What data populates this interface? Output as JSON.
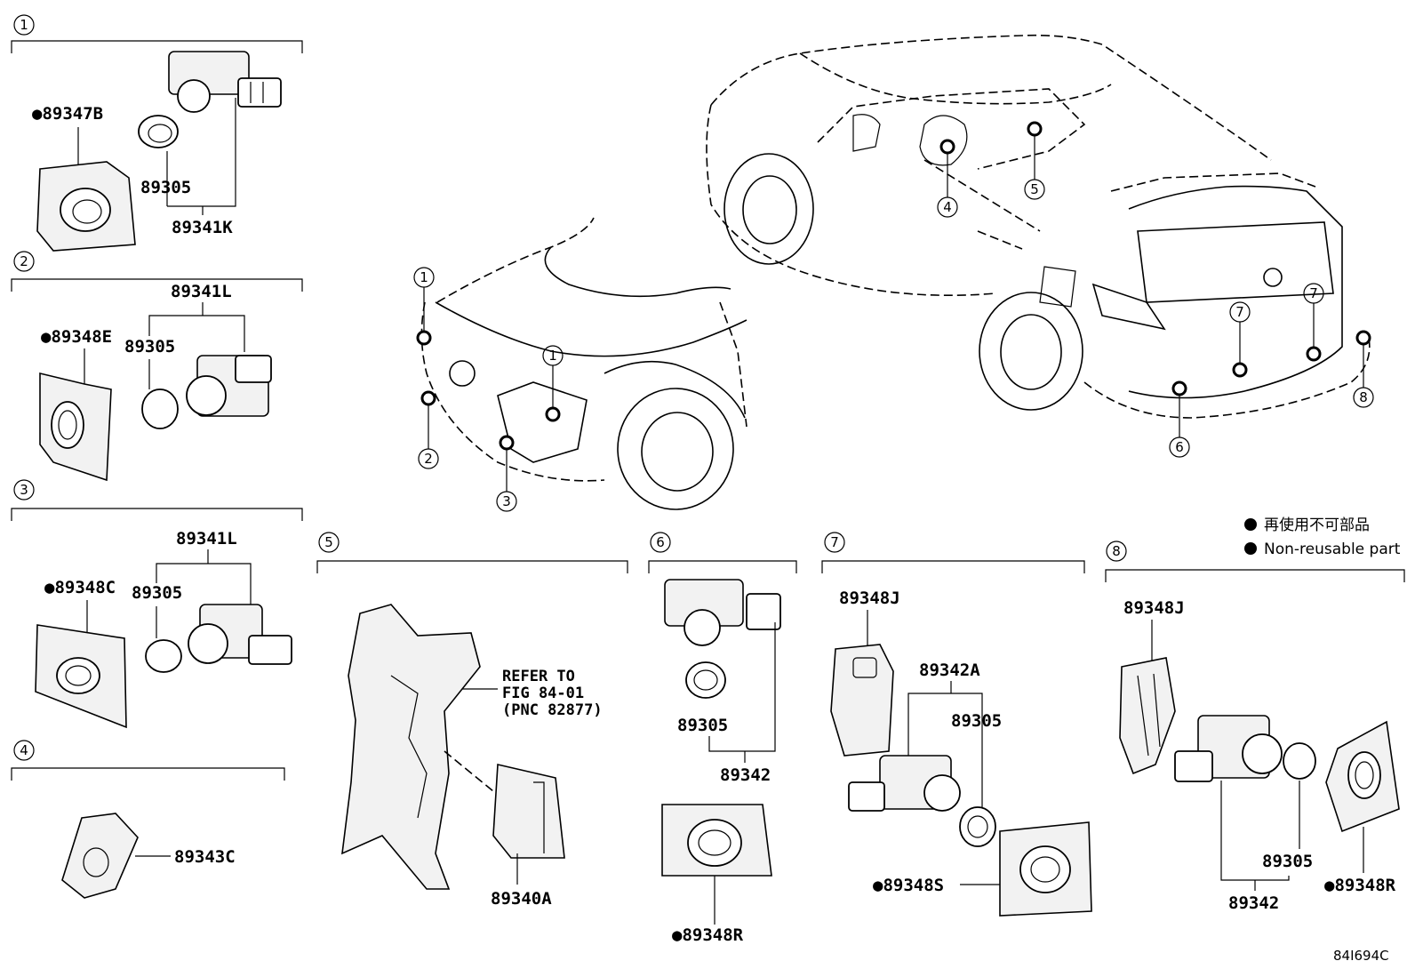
{
  "sections": [
    {
      "num": "1",
      "parts": [
        "●89347B",
        "89305",
        "89341K"
      ]
    },
    {
      "num": "2",
      "parts": [
        "89341L",
        "●89348E",
        "89305"
      ]
    },
    {
      "num": "3",
      "parts": [
        "89341L",
        "●89348C",
        "89305"
      ]
    },
    {
      "num": "4",
      "parts": [
        "89343C"
      ]
    },
    {
      "num": "5",
      "parts": [
        "89340A"
      ],
      "reference": [
        "REFER TO",
        "FIG 84-01",
        "(PNC 82877)"
      ]
    },
    {
      "num": "6",
      "parts": [
        "89305",
        "89342",
        "●89348R"
      ]
    },
    {
      "num": "7",
      "parts": [
        "89348J",
        "89342A",
        "89305",
        "●89348S"
      ]
    },
    {
      "num": "8",
      "parts": [
        "89348J",
        "89305",
        "●89348R",
        "89342"
      ]
    }
  ],
  "callouts": [
    "1",
    "1",
    "2",
    "3",
    "4",
    "5",
    "6",
    "7",
    "7",
    "8"
  ],
  "legend": {
    "line1": "再使用不可部品",
    "line2": "Non-reusable part"
  },
  "drawing_code": "84I694C",
  "icons": [
    "non-reusable-bullet-icon",
    "parking-sensor-icon",
    "sensor-grommet-icon",
    "sensor-bezel-icon",
    "ecu-module-icon",
    "sensor-retainer-icon"
  ]
}
